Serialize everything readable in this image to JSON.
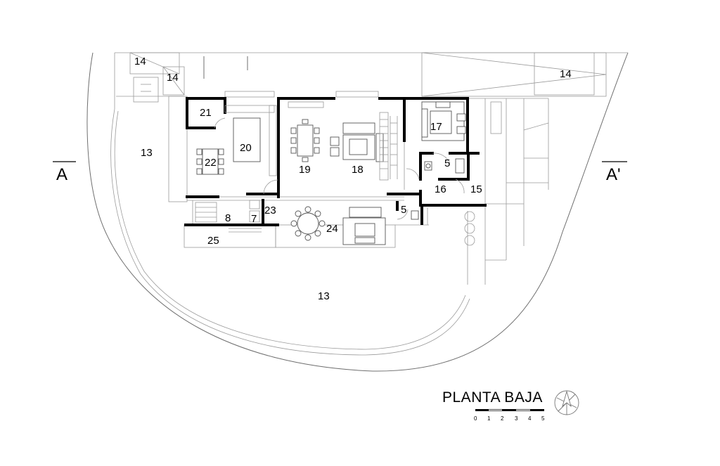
{
  "rooms": [
    {
      "id": "r14a",
      "label": "14"
    },
    {
      "id": "r14b",
      "label": "14"
    },
    {
      "id": "r14c",
      "label": "14"
    },
    {
      "id": "r13a",
      "label": "13"
    },
    {
      "id": "r13b",
      "label": "13"
    },
    {
      "id": "r21",
      "label": "21"
    },
    {
      "id": "r20",
      "label": "20"
    },
    {
      "id": "r22",
      "label": "22"
    },
    {
      "id": "r19",
      "label": "19"
    },
    {
      "id": "r18",
      "label": "18"
    },
    {
      "id": "r17",
      "label": "17"
    },
    {
      "id": "r5a",
      "label": "5"
    },
    {
      "id": "r16",
      "label": "16"
    },
    {
      "id": "r15",
      "label": "15"
    },
    {
      "id": "r23",
      "label": "23"
    },
    {
      "id": "r8",
      "label": "8"
    },
    {
      "id": "r7",
      "label": "7"
    },
    {
      "id": "r24",
      "label": "24"
    },
    {
      "id": "r5b",
      "label": "5"
    },
    {
      "id": "r25",
      "label": "25"
    }
  ],
  "section_marks": {
    "left": "A",
    "right": "A'"
  },
  "title": "PLANTA BAJA",
  "scale_bar": {
    "ticks": [
      "0",
      "1",
      "2",
      "3",
      "4",
      "5"
    ]
  }
}
